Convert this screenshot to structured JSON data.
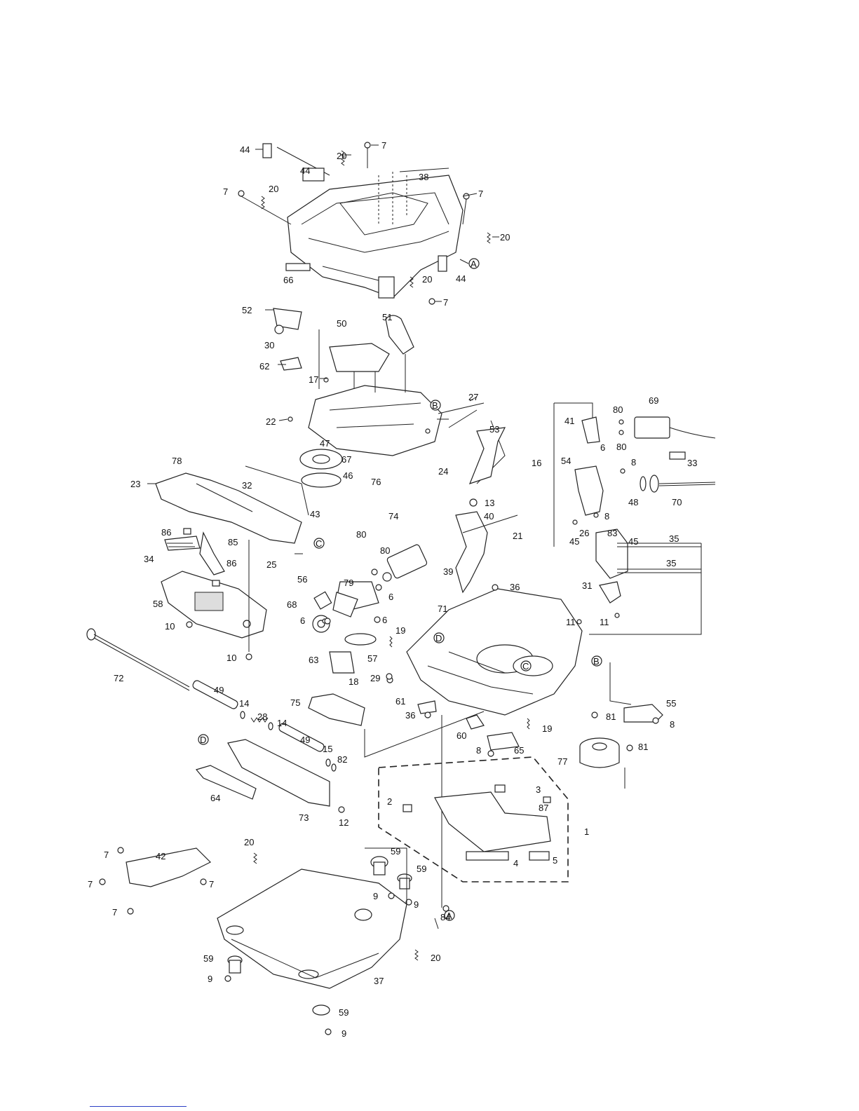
{
  "diagram": {
    "part_labels": [
      "1",
      "2",
      "3",
      "4",
      "5",
      "6",
      "7",
      "8",
      "9",
      "10",
      "11",
      "12",
      "13",
      "14",
      "15",
      "16",
      "17",
      "18",
      "19",
      "20",
      "21",
      "22",
      "23",
      "24",
      "25",
      "26",
      "27",
      "28",
      "29",
      "30",
      "31",
      "32",
      "33",
      "34",
      "35",
      "36",
      "37",
      "38",
      "39",
      "40",
      "41",
      "42",
      "43",
      "44",
      "45",
      "46",
      "47",
      "48",
      "49",
      "50",
      "51",
      "52",
      "53",
      "54",
      "55",
      "56",
      "57",
      "58",
      "59",
      "60",
      "61",
      "62",
      "63",
      "64",
      "65",
      "66",
      "67",
      "68",
      "69",
      "70",
      "71",
      "72",
      "73",
      "74",
      "75",
      "76",
      "77",
      "78",
      "79",
      "80",
      "81",
      "82",
      "83",
      "84",
      "85",
      "86",
      "87"
    ],
    "reference_marks": [
      "A",
      "B",
      "C",
      "D"
    ]
  }
}
